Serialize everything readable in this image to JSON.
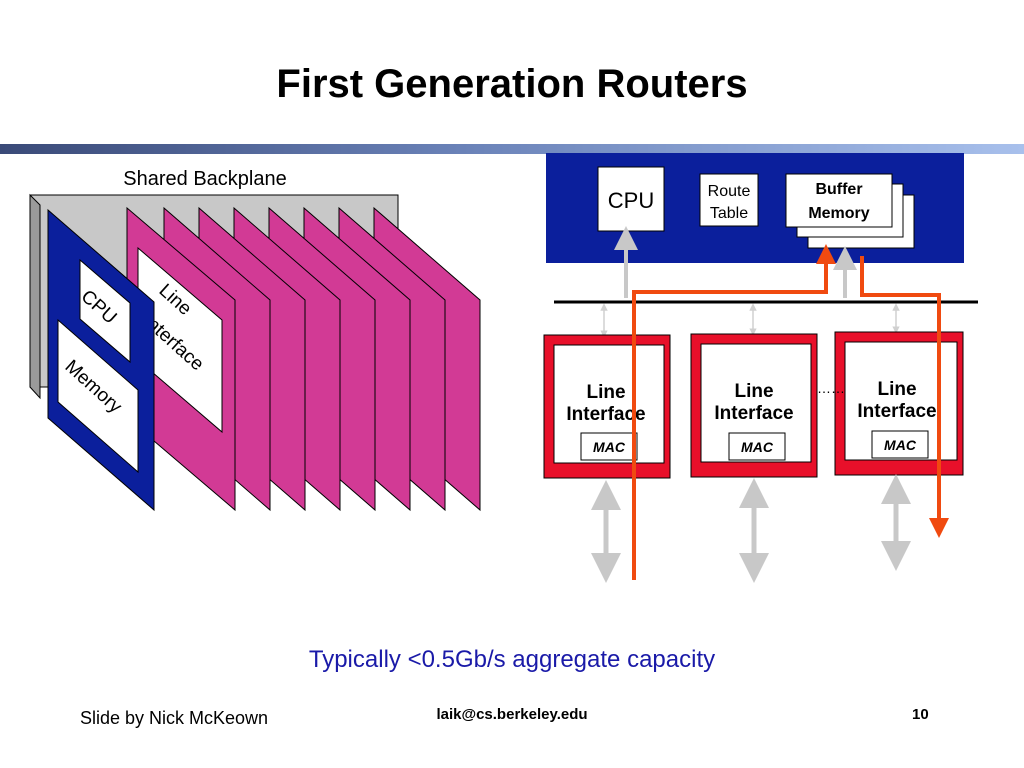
{
  "slide": {
    "title": "First Generation Routers",
    "caption": "Typically <0.5Gb/s aggregate capacity",
    "footer": {
      "author": "Slide by Nick McKeown",
      "email": "laik@cs.berkeley.edu",
      "page_number": "10"
    }
  },
  "left_diagram": {
    "backplane_label": "Shared Backplane",
    "cpu_label": "CPU",
    "memory_label": "Memory",
    "line_interface_lines": [
      "Line",
      "Interface"
    ]
  },
  "right_diagram": {
    "cpu_label": "CPU",
    "route_table_lines": [
      "Route",
      "Table"
    ],
    "buffer_memory_lines": [
      "Buffer",
      "Memory"
    ],
    "line_cards": [
      {
        "lines": [
          "Line",
          "Interface"
        ],
        "mac": "MAC"
      },
      {
        "lines": [
          "Line",
          "Interface"
        ],
        "mac": "MAC"
      },
      {
        "lines": [
          "Line",
          "Interface"
        ],
        "mac": "MAC"
      }
    ],
    "ellipsis": "……"
  },
  "colors": {
    "navy": "#1a1aa8",
    "blue_panel": "#0b1f9c",
    "magenta": "#d23a95",
    "red_card": "#e8102a",
    "orange_path": "#f04a10",
    "gray_arrow": "#c8c8c8",
    "backplane_gray": "#c8c8c8"
  }
}
